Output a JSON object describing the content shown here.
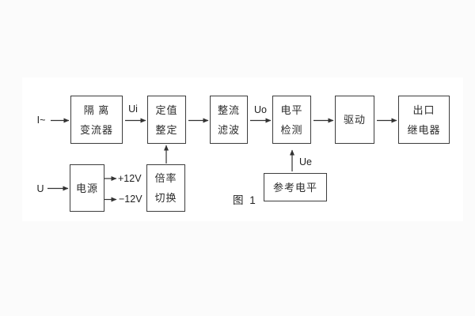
{
  "figure": {
    "caption": "图 1"
  },
  "colors": {
    "background": "#fbfbfb",
    "panel": "#ffffff",
    "line": "#333333",
    "text": "#1f1f1f"
  },
  "diagram": {
    "blocks": {
      "isolation_transformer": {
        "line1": "隔 离",
        "line2": "变流器"
      },
      "setpoint_setting": {
        "line1": "定值",
        "line2": "整定"
      },
      "rectify_filter": {
        "line1": "整流",
        "line2": "滤波"
      },
      "level_detect": {
        "line1": "电平",
        "line2": "检测"
      },
      "drive": {
        "label": "驱动"
      },
      "output_relay": {
        "line1": "出口",
        "line2": "继电器"
      },
      "power_supply": {
        "label": "电源"
      },
      "ratio_switch": {
        "line1": "倍率",
        "line2": "切换"
      },
      "reference_level": {
        "label": "参考电平"
      }
    },
    "labels": {
      "input_current": "I~",
      "input_voltage": "U",
      "ui": "Ui",
      "uo": "Uo",
      "ue": "Ue",
      "plus_12v": "+12V",
      "minus_12v": "−12V"
    }
  }
}
